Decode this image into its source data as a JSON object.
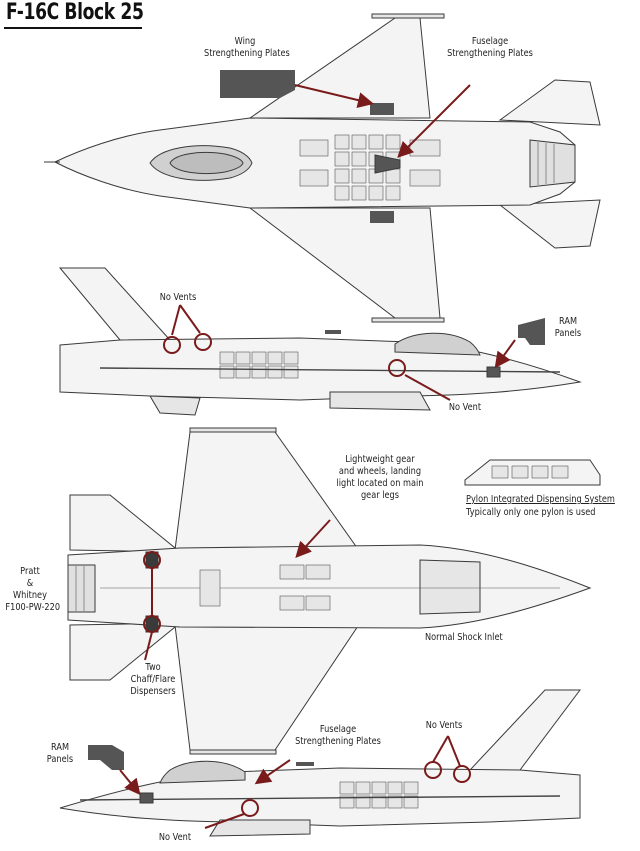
{
  "title": "F-16C Block 25",
  "labels": {
    "wing_plates": [
      "Wing",
      "Strengthening Plates"
    ],
    "fuselage_plates_top": [
      "Fuselage",
      "Strengthening Plates"
    ],
    "no_vents_1": "No Vents",
    "ram_panels_1": [
      "RAM",
      "Panels"
    ],
    "no_vent_1": "No Vent",
    "lightweight_gear": [
      "Lightweight gear",
      "and wheels, landing",
      "light located on main",
      "gear legs"
    ],
    "pids_title": "Pylon Integrated Dispensing System",
    "pids_note": "Typically only one pylon is used",
    "engine": [
      "Pratt",
      "&",
      "Whitney",
      "F100-PW-220"
    ],
    "normal_shock_inlet": "Normal Shock Inlet",
    "chaff_flare": [
      "Two",
      "Chaff/Flare",
      "Dispensers"
    ],
    "ram_panels_2": [
      "RAM",
      "Panels"
    ],
    "fuselage_plates_bottom": [
      "Fuselage",
      "Strengthening Plates"
    ],
    "no_vents_2": "No Vents",
    "no_vent_2": "No Vent"
  },
  "colors": {
    "line_art": "#3a3a3a",
    "skin": "#f4f4f4",
    "panel_fill": "#e6e6e6",
    "dark_plate": "#555555",
    "callout_red": "#7a1b1b"
  }
}
